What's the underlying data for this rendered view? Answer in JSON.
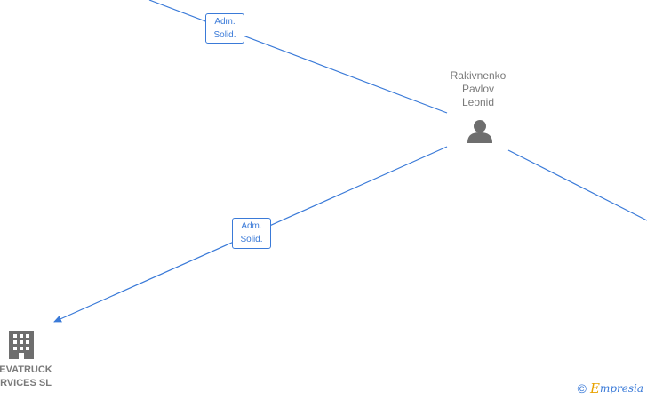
{
  "person": {
    "name_lines": [
      "Rakivnenko",
      "Pavlov",
      "Leonid"
    ],
    "icon": "person-icon"
  },
  "company": {
    "name_lines": [
      "EVATRUCK",
      "RVICES SL"
    ],
    "icon": "building-icon"
  },
  "edges": [
    {
      "label_lines": [
        "Adm.",
        "Solid."
      ]
    },
    {
      "label_lines": [
        "Adm.",
        "Solid."
      ]
    }
  ],
  "footer": {
    "copyright_symbol": "©",
    "brand_initial": "E",
    "brand_rest": "mpresia"
  },
  "colors": {
    "edge": "#3a7ad8",
    "node_text": "#7a7a7a",
    "icon": "#6e6e6e",
    "brand_accent": "#e8a200"
  }
}
